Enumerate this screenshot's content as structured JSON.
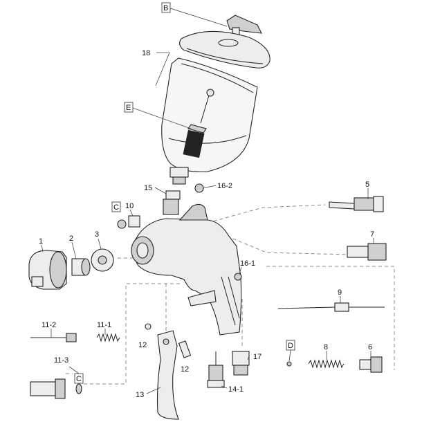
{
  "labels": {
    "B": "B",
    "p18": "18",
    "E": "E",
    "p15": "15",
    "p16_2": "16-2",
    "p5": "5",
    "C_top": "C",
    "p10": "10",
    "p1": "1",
    "p2": "2",
    "p3": "3",
    "p7": "7",
    "p16_1": "16-1",
    "p9": "9",
    "p11_2": "11-2",
    "p11_1": "11-1",
    "p12a": "12",
    "p12b": "12",
    "D": "D",
    "p8": "8",
    "p6": "6",
    "p17": "17",
    "p11_3": "11-3",
    "C_bottom": "C",
    "p13": "13",
    "p14_1": "14-1"
  }
}
